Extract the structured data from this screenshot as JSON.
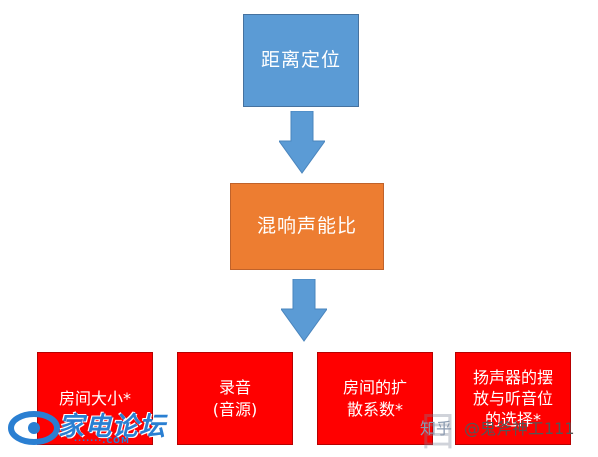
{
  "colors": {
    "top_node": "#5b9bd5",
    "mid_node": "#ed7d31",
    "bottom_nodes": "#ff0000",
    "arrow": "#5b9bd5"
  },
  "diagram": {
    "top": "距离定位",
    "middle": "混响声能比",
    "bottom": [
      [
        "房间大小*"
      ],
      [
        "录音",
        "(音源)"
      ],
      [
        "房间的扩",
        "散系数*"
      ],
      [
        "扬声器的摆",
        "放与听音位",
        "的选择*"
      ]
    ]
  },
  "watermarks": {
    "left_logo": "家电论坛",
    "right_site": "知乎",
    "right_author": "@鬼斧神工111"
  }
}
